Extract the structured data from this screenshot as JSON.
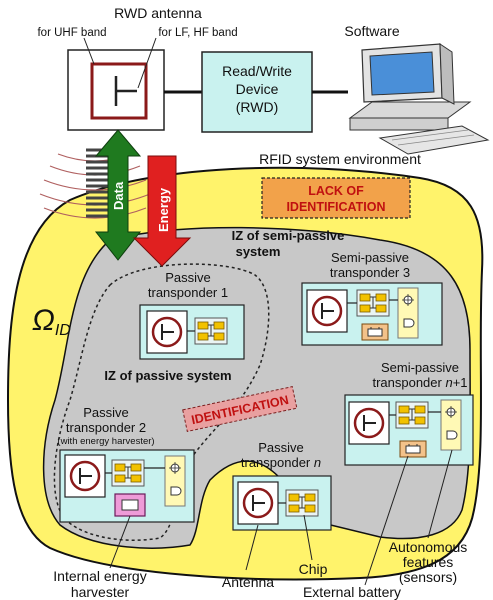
{
  "antenna": {
    "title": "RWD antenna",
    "uhf_note": "for UHF band",
    "lfhf_note": "for LF, HF band"
  },
  "rwd": {
    "line1": "Read/Write",
    "line2": "Device",
    "line3": "(RWD)"
  },
  "software": "Software",
  "environment": "RFID system environment",
  "arrows": {
    "data": "Data",
    "energy": "Energy"
  },
  "zones": {
    "omega_main": "Ω",
    "omega_sub": "ID",
    "lack_line1": "LACK OF",
    "lack_line2": "IDENTIFICATION",
    "iz_semi_line1": "IZ of semi-passive",
    "iz_semi_line2": "system",
    "iz_passive": "IZ of passive system",
    "identification": "IDENTIFICATION"
  },
  "transponders": {
    "p1": {
      "line1": "Passive",
      "line2": "transponder 1"
    },
    "p2": {
      "line1": "Passive",
      "line2": "transponder 2",
      "line3": "(with energy harvester)"
    },
    "pn": {
      "line1": "Passive",
      "line2": "transponder ",
      "n": "n"
    },
    "s3": {
      "line1": "Semi-passive",
      "line2": "transponder 3"
    },
    "sn1": {
      "line1": "Semi-passive",
      "line2": "transponder ",
      "n": "n",
      "suffix": "+1"
    }
  },
  "callouts": {
    "harvester_line1": "Internal energy",
    "harvester_line2": "harvester",
    "antenna": "Antenna",
    "chip": "Chip",
    "battery": "External battery",
    "auto_line1": "Autonomous",
    "auto_line2": "features",
    "auto_line3": "(sensors)"
  },
  "colors": {
    "env_yellow": "#fff36b",
    "zone_gray": "#c8c8c8",
    "antenna_red": "#8b1a1a",
    "rwd_fill": "#c9f2ef",
    "data_green": "#1f7a1f",
    "energy_red": "#e02020",
    "chip_yellow": "#f2c200",
    "battery_orange": "#f3c28a",
    "harvester_pink": "#ee9bd8"
  }
}
